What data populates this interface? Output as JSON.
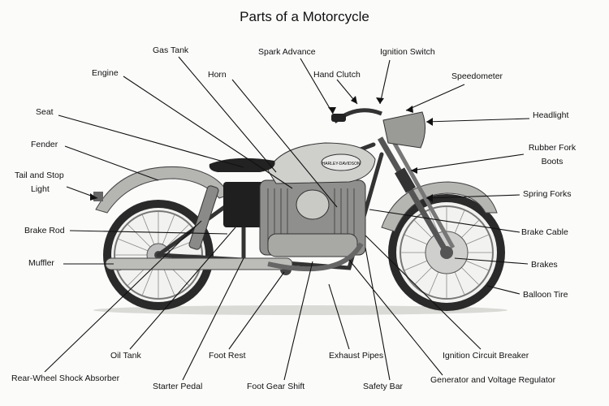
{
  "title": "Parts of a Motorcycle",
  "labels": {
    "gas_tank": "Gas Tank",
    "spark_advance": "Spark Advance",
    "ignition_switch": "Ignition Switch",
    "engine": "Engine",
    "horn": "Horn",
    "hand_clutch": "Hand Clutch",
    "speedometer": "Speedometer",
    "seat": "Seat",
    "headlight": "Headlight",
    "fender": "Fender",
    "rubber_fork_boots_1": "Rubber Fork",
    "rubber_fork_boots_2": "Boots",
    "tail_stop_light_1": "Tail and Stop",
    "tail_stop_light_2": "Light",
    "spring_forks": "Spring Forks",
    "brake_rod": "Brake Rod",
    "brake_cable": "Brake Cable",
    "muffler": "Muffler",
    "brakes": "Brakes",
    "balloon_tire": "Balloon Tire",
    "oil_tank": "Oil Tank",
    "foot_rest": "Foot Rest",
    "exhaust_pipes": "Exhaust Pipes",
    "ignition_circuit_breaker": "Ignition Circuit Breaker",
    "rear_wheel_shock_absorber": "Rear-Wheel Shock Absorber",
    "starter_pedal": "Starter Pedal",
    "foot_gear_shift": "Foot Gear Shift",
    "safety_bar": "Safety Bar",
    "generator_voltage_regulator": "Generator and Voltage Regulator"
  },
  "tank_logo": "HARLEY-DAVIDSON"
}
